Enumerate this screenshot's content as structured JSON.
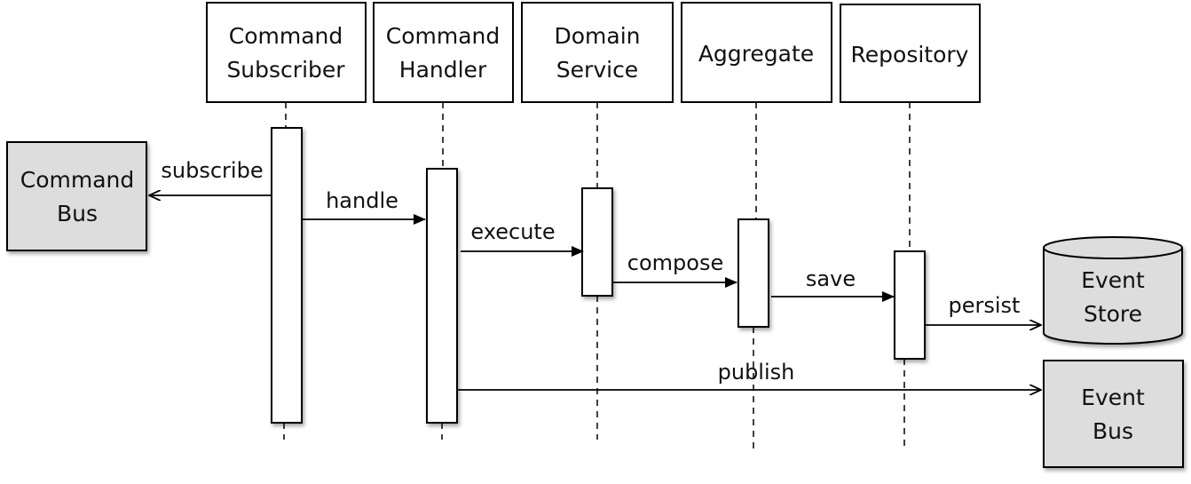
{
  "colors": {
    "stroke": "#000000",
    "external_fill": "#dddddd",
    "box_fill": "#ffffff"
  },
  "participants": [
    {
      "id": "command-subscriber",
      "lines": [
        "Command",
        "Subscriber"
      ]
    },
    {
      "id": "command-handler",
      "lines": [
        "Command",
        "Handler"
      ]
    },
    {
      "id": "domain-service",
      "lines": [
        "Domain",
        "Service"
      ]
    },
    {
      "id": "aggregate",
      "lines": [
        "Aggregate"
      ]
    },
    {
      "id": "repository",
      "lines": [
        "Repository"
      ]
    }
  ],
  "externals": {
    "command_bus": {
      "lines": [
        "Command",
        "Bus"
      ]
    },
    "event_store": {
      "lines": [
        "Event",
        "Store"
      ]
    },
    "event_bus": {
      "lines": [
        "Event",
        "Bus"
      ]
    }
  },
  "messages": {
    "subscribe": "subscribe",
    "handle": "handle",
    "execute": "execute",
    "compose": "compose",
    "save": "save",
    "persist": "persist",
    "publish": "publish"
  }
}
